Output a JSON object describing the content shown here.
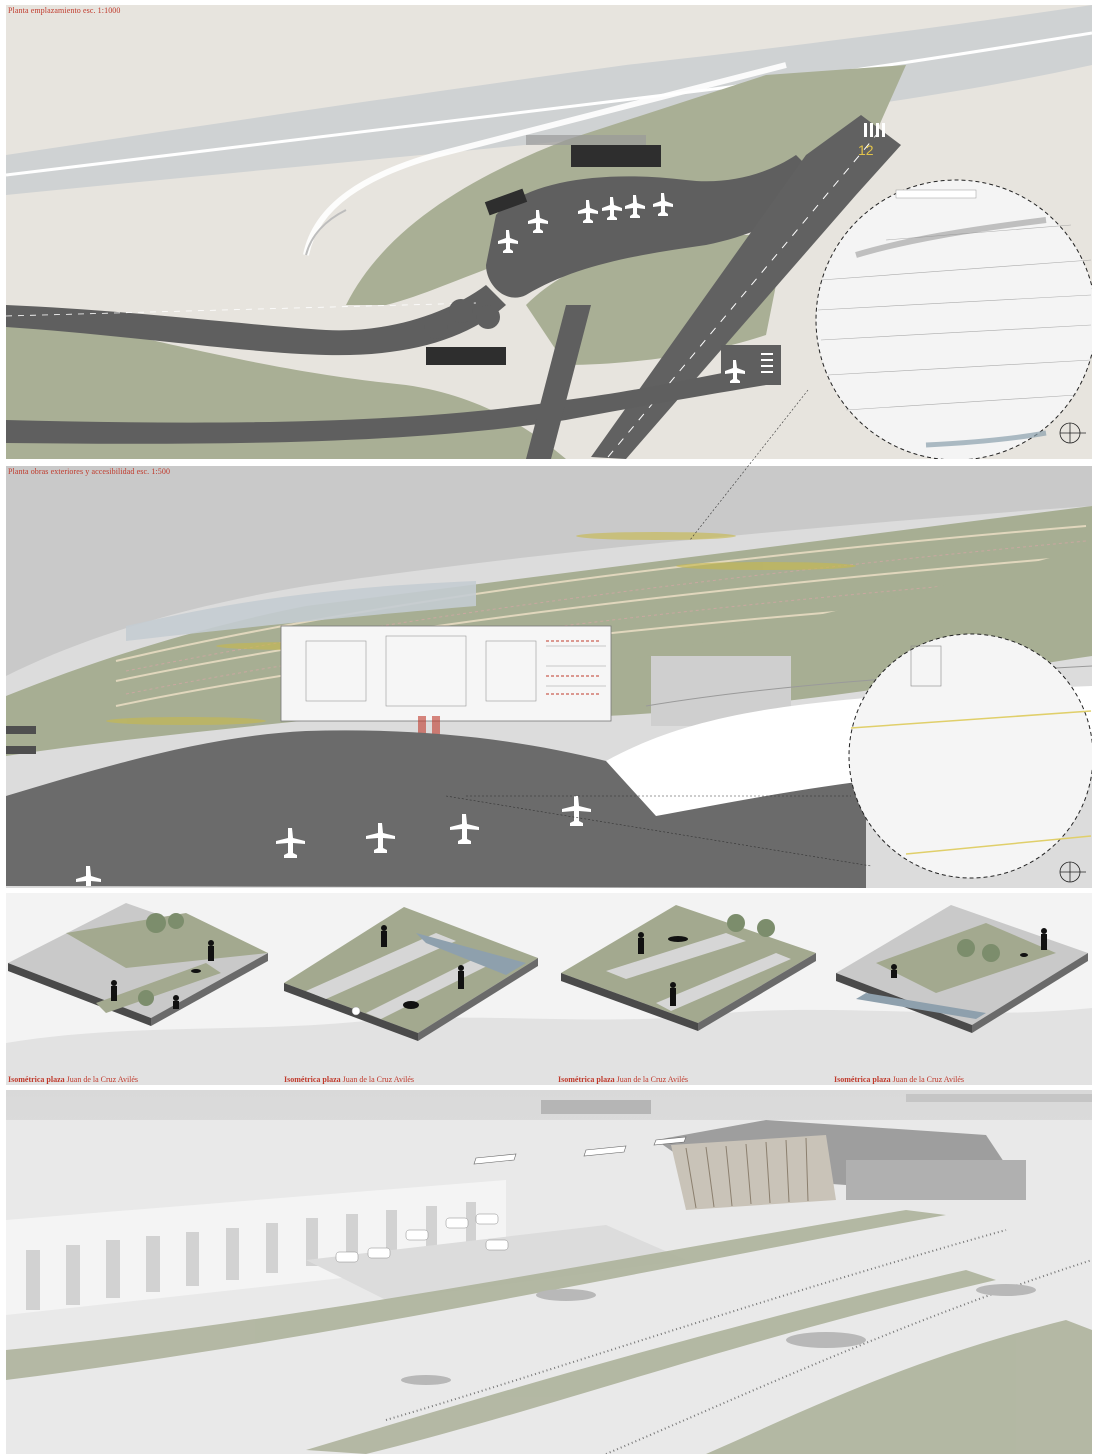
{
  "plans": {
    "site_title": "Planta emplazamiento esc. 1:1000",
    "exterior_title": "Planta obras exteriores y accesibilidad esc. 1:500",
    "runway_number": "12"
  },
  "isometrics": [
    {
      "caption_bold": "Isométrica plaza",
      "caption_rest": " Juan de la Cruz Avilés"
    },
    {
      "caption_bold": "Isométrica plaza",
      "caption_rest": " Juan de la Cruz Avilés"
    },
    {
      "caption_bold": "Isométrica plaza",
      "caption_rest": " Juan de la Cruz Avilés"
    },
    {
      "caption_bold": "Isométrica plaza",
      "caption_rest": " Juan de la Cruz Avilés"
    }
  ],
  "colors": {
    "ground": "#e4e1da",
    "vegetation": "#a7ae93",
    "asphalt": "#5c5c5c",
    "water": "#c4ccd2",
    "accent_red": "#c0392b",
    "runway_label": "#e2c34a"
  },
  "icons": [
    "north-arrow-icon",
    "aircraft-icon",
    "person-silhouette-icon",
    "tree-icon"
  ]
}
